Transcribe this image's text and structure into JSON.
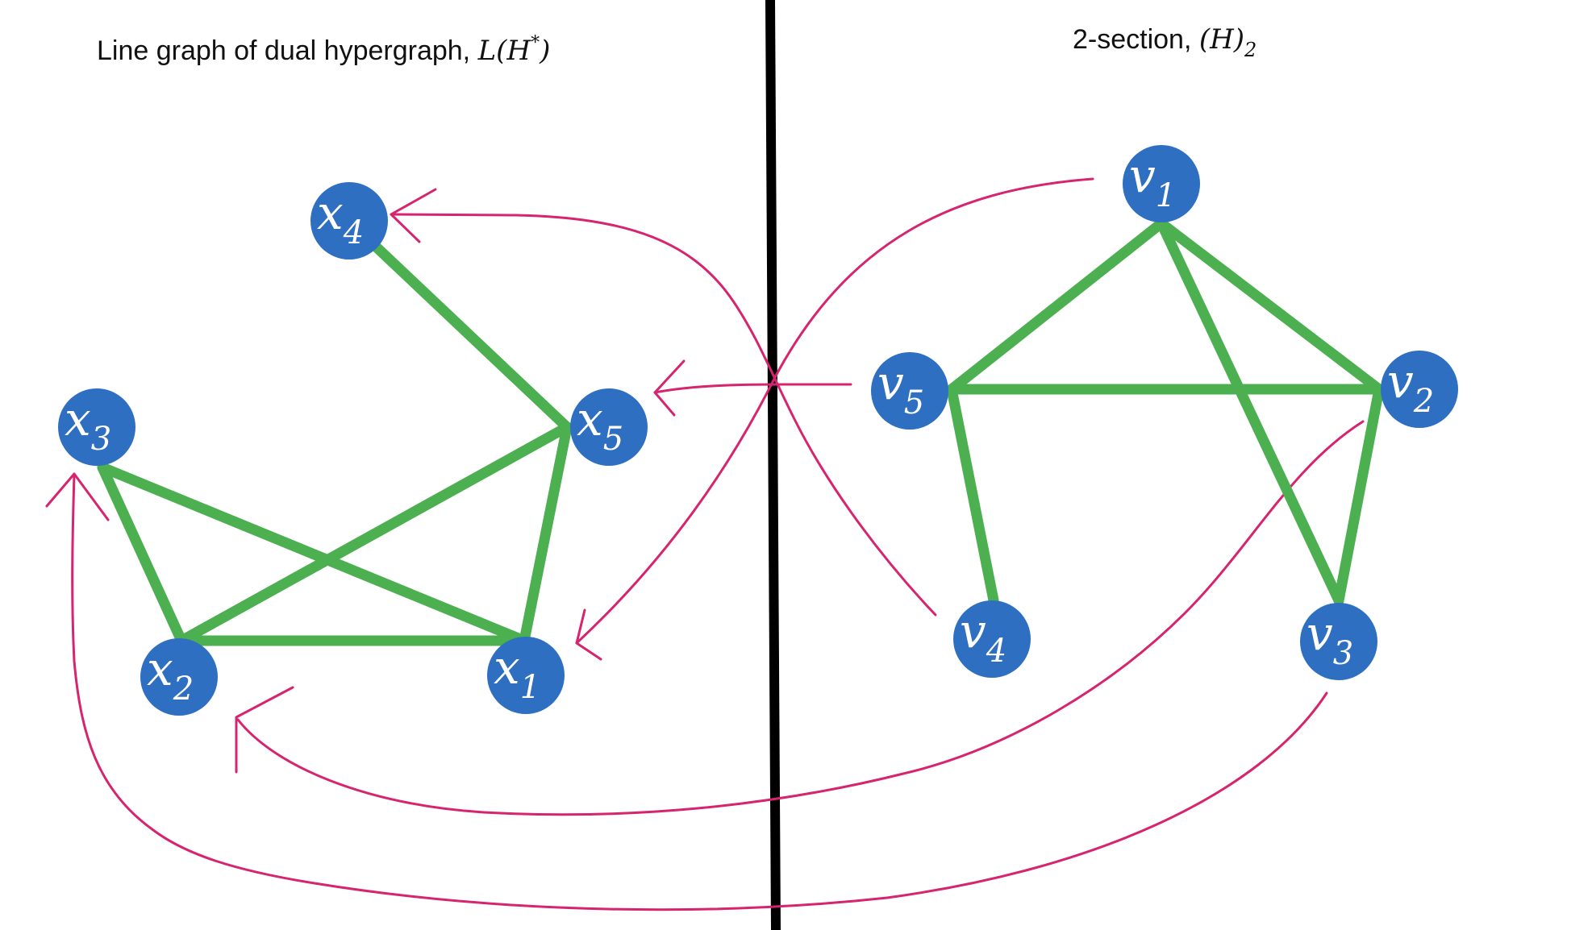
{
  "left_panel": {
    "title_text": "Line graph of dual hypergraph, ",
    "title_math_main": "L(H",
    "title_math_sup": "*",
    "title_math_close": ")",
    "nodes": [
      {
        "id": "x1",
        "base": "x",
        "sub": "1"
      },
      {
        "id": "x2",
        "base": "x",
        "sub": "2"
      },
      {
        "id": "x3",
        "base": "x",
        "sub": "3"
      },
      {
        "id": "x4",
        "base": "x",
        "sub": "4"
      },
      {
        "id": "x5",
        "base": "x",
        "sub": "5"
      }
    ],
    "edges": [
      [
        "x4",
        "x5"
      ],
      [
        "x5",
        "x2"
      ],
      [
        "x5",
        "x1"
      ],
      [
        "x3",
        "x2"
      ],
      [
        "x3",
        "x1"
      ],
      [
        "x2",
        "x1"
      ]
    ]
  },
  "right_panel": {
    "title_text": "2-section, ",
    "title_math_main": "(H)",
    "title_math_sub": "2",
    "nodes": [
      {
        "id": "v1",
        "base": "v",
        "sub": "1"
      },
      {
        "id": "v2",
        "base": "v",
        "sub": "2"
      },
      {
        "id": "v3",
        "base": "v",
        "sub": "3"
      },
      {
        "id": "v4",
        "base": "v",
        "sub": "4"
      },
      {
        "id": "v5",
        "base": "v",
        "sub": "5"
      }
    ],
    "edges": [
      [
        "v1",
        "v5"
      ],
      [
        "v1",
        "v2"
      ],
      [
        "v1",
        "v3"
      ],
      [
        "v5",
        "v2"
      ],
      [
        "v5",
        "v4"
      ],
      [
        "v2",
        "v3"
      ]
    ]
  },
  "mappings": [
    {
      "from": "v1",
      "to": "x1"
    },
    {
      "from": "v5",
      "to": "x5"
    },
    {
      "from": "v4",
      "to": "x4"
    },
    {
      "from": "v2",
      "to": "x2"
    },
    {
      "from": "v3",
      "to": "x3"
    }
  ],
  "colors": {
    "node_fill": "#2e6fc2",
    "edge": "#4caf50",
    "arrow": "#d6246e",
    "divider": "#000000",
    "node_text": "#ffffff"
  }
}
